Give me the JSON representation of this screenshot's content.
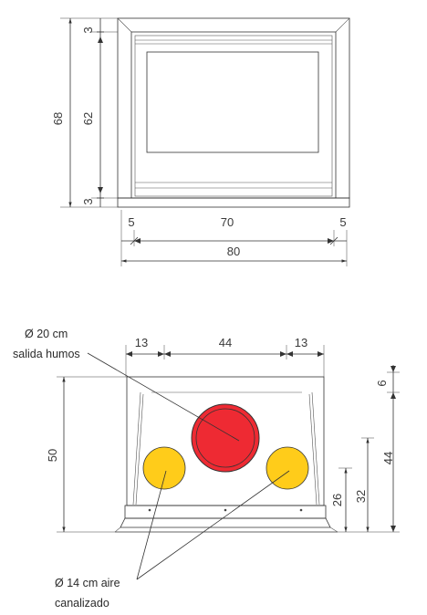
{
  "front_view": {
    "dimensions": {
      "total_height": "68",
      "top_frame": "3",
      "glass_height": "62",
      "bottom_frame": "3",
      "left_frame": "5",
      "glass_width": "70",
      "right_frame": "5",
      "total_width": "80"
    }
  },
  "top_view": {
    "dimensions": {
      "left_offset": "13",
      "center_spacing": "44",
      "right_offset": "13",
      "depth": "50",
      "top_offset": "6",
      "height_44": "44",
      "height_32": "32",
      "height_26": "26"
    },
    "labels": {
      "smoke_outlet_size": "Ø  20 cm",
      "smoke_outlet_name": "salida humos",
      "air_duct_size": "Ø  14 cm aire",
      "air_duct_name": "canalizado"
    },
    "colors": {
      "smoke_outlet": "#ee2a33",
      "air_duct": "#ffcc1a"
    }
  }
}
